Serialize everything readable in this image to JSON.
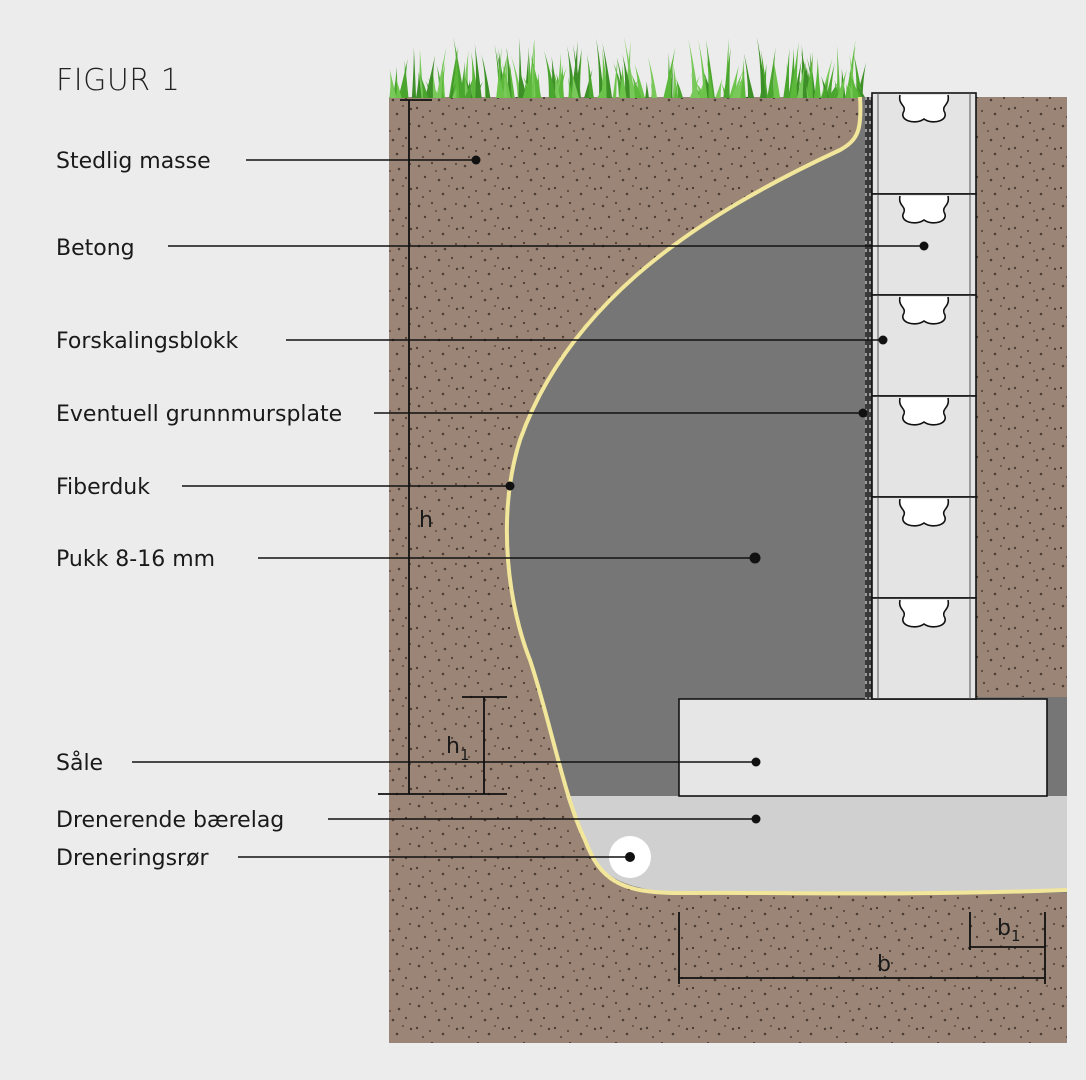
{
  "figure_title": "FIGUR 1",
  "labels": {
    "stedlig_masse": "Stedlig masse",
    "betong": "Betong",
    "forskalingsblokk": "Forskalingsblokk",
    "grunnmursplate": "Eventuell grunnmursplate",
    "fiberduk": "Fiberduk",
    "pukk": "Pukk 8-16 mm",
    "saale": "Såle",
    "baerelag": "Drenerende bærelag",
    "dreneringsror": "Dreneringsrør"
  },
  "dimensions": {
    "h": "h",
    "h1_main": "h",
    "h1_sub": "1",
    "b": "b",
    "b1_main": "b",
    "b1_sub": "1"
  },
  "colors": {
    "background": "#ececec",
    "soil": "#9b8576",
    "gravel": "#767676",
    "fiber_cloth": "#f1e69a",
    "drainage_layer": "#d0d0d0",
    "footing": "#e6e6e6",
    "blocks": "#e4e4e4",
    "grass": "#5cb83a"
  }
}
